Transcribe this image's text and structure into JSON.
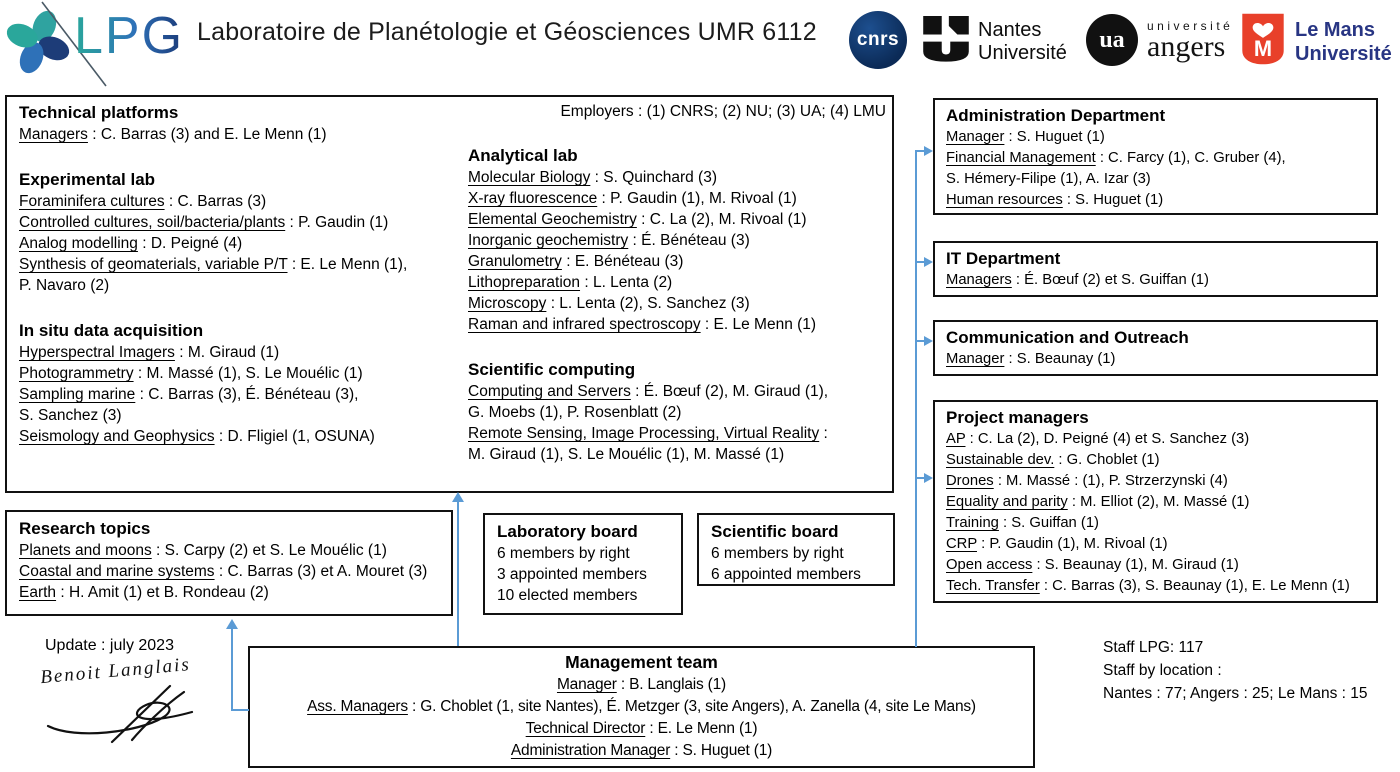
{
  "header": {
    "logo_text": "LPG",
    "title": "Laboratoire de Planétologie et Géosciences UMR 6112",
    "cnrs": "cnrs",
    "nantes_line1": "Nantes",
    "nantes_line2": "Université",
    "angers_mark": "ua",
    "angers_line1": "université",
    "angers_line2": "angers",
    "lemans_line1": "Le Mans",
    "lemans_line2": "Université"
  },
  "central": {
    "employers": "Employers : (1) CNRS; (2) NU; (3) UA; (4) LMU",
    "technical": {
      "title": "Technical platforms",
      "lines": [
        {
          "u": "Managers",
          "t": " : C. Barras (3) and E. Le Menn (1)"
        }
      ]
    },
    "experimental": {
      "title": "Experimental lab",
      "lines": [
        {
          "u": "Foraminifera cultures",
          "t": " : C. Barras (3)"
        },
        {
          "u": "Controlled cultures, soil/bacteria/plants",
          "t": " : P. Gaudin (1)"
        },
        {
          "u": "Analog modelling",
          "t": " : D. Peigné (4)"
        },
        {
          "u": "Synthesis of geomaterials, variable P/T",
          "t": " : E. Le Menn (1),"
        },
        {
          "t": "P. Navaro (2)"
        }
      ]
    },
    "insitu": {
      "title": "In situ data acquisition",
      "lines": [
        {
          "u": "Hyperspectral Imagers",
          "t": " : M. Giraud (1)"
        },
        {
          "u": "Photogrammetry",
          "t": " : M. Massé (1), S. Le Mouélic (1)"
        },
        {
          "u": "Sampling marine",
          "t": " : C. Barras (3), É. Bénéteau (3),"
        },
        {
          "t": "S. Sanchez (3)"
        },
        {
          "u": "Seismology and Geophysics",
          "t": " : D. Fligiel (1, OSUNA)"
        }
      ]
    },
    "analytical": {
      "title": "Analytical lab",
      "lines": [
        {
          "u": "Molecular Biology",
          "t": " : S. Quinchard (3)"
        },
        {
          "u": "X-ray fluorescence",
          "t": " : P. Gaudin (1), M. Rivoal (1)"
        },
        {
          "u": "Elemental Geochemistry",
          "t": " : C. La (2), M. Rivoal (1)"
        },
        {
          "u": "Inorganic geochemistry",
          "t": " : É. Bénéteau (3)"
        },
        {
          "u": "Granulometry",
          "t": " : E. Bénéteau (3)"
        },
        {
          "u": "Lithopreparation",
          "t": " : L. Lenta (2)"
        },
        {
          "u": "Microscopy",
          "t": " : L. Lenta (2), S. Sanchez (3)"
        },
        {
          "u": "Raman and infrared spectroscopy",
          "t": " : E. Le Menn (1)"
        }
      ]
    },
    "computing": {
      "title": "Scientific computing",
      "lines": [
        {
          "u": "Computing and Servers",
          "t": " : É. Bœuf (2), M. Giraud (1),"
        },
        {
          "t": "G. Moebs (1), P. Rosenblatt (2)"
        },
        {
          "u": "Remote Sensing, Image Processing, Virtual Reality",
          "t": " :"
        },
        {
          "t": "M. Giraud (1), S. Le Mouélic (1), M. Massé (1)"
        }
      ]
    }
  },
  "research_topics": {
    "title": "Research topics",
    "lines": [
      {
        "u": "Planets and moons",
        "t": " : S. Carpy (2) et S. Le Mouélic (1)"
      },
      {
        "u": "Coastal and marine systems",
        "t": " : C. Barras (3) et A. Mouret (3)"
      },
      {
        "u": "Earth",
        "t": " : H. Amit (1) et B. Rondeau (2)"
      }
    ]
  },
  "laboratory_board": {
    "title": "Laboratory board",
    "lines": [
      "6 members by right",
      "3 appointed members",
      "10 elected members"
    ]
  },
  "scientific_board": {
    "title": "Scientific board",
    "lines": [
      "6 members by right",
      "6 appointed members"
    ]
  },
  "management_team": {
    "title": "Management team",
    "lines": [
      {
        "u": "Manager",
        "t": " : B. Langlais (1)"
      },
      {
        "u": "Ass. Managers",
        "t": " : G. Choblet (1, site Nantes), É. Metzger (3, site Angers), A. Zanella (4, site Le Mans)"
      },
      {
        "u": "Technical Director",
        "t": " : E. Le Menn (1)"
      },
      {
        "u": "Administration Manager",
        "t": " : S. Huguet (1)"
      }
    ]
  },
  "departments": {
    "administration": {
      "title": "Administration Department",
      "lines": [
        {
          "u": "Manager",
          "t": " : S. Huguet (1)"
        },
        {
          "u": "Financial Management",
          "t": " : C. Farcy (1), C. Gruber (4),"
        },
        {
          "t": "S. Hémery-Filipe (1), A. Izar (3)"
        },
        {
          "u": "Human resources",
          "t": " : S. Huguet (1)"
        }
      ]
    },
    "it": {
      "title": "IT Department",
      "lines": [
        {
          "u": "Managers",
          "t": " : É. Bœuf (2) et S. Guiffan (1)"
        }
      ]
    },
    "communication": {
      "title": "Communication and Outreach",
      "lines": [
        {
          "u": "Manager",
          "t": " : S. Beaunay (1)"
        }
      ]
    },
    "projects": {
      "title": "Project managers",
      "lines": [
        {
          "u": "AP",
          "t": " : C. La (2), D. Peigné (4) et S. Sanchez (3)"
        },
        {
          "u": "Sustainable dev.",
          "t": " : G. Choblet (1)"
        },
        {
          "u": "Drones",
          "t": " : M. Massé :  (1), P. Strzerzynski (4)"
        },
        {
          "u": "Equality and parity",
          "t": " : M. Elliot (2), M. Massé (1)"
        },
        {
          "u": "Training",
          "t": " : S. Guiffan (1)"
        },
        {
          "u": "CRP",
          "t": " : P. Gaudin (1), M. Rivoal (1)"
        },
        {
          "u": "Open access",
          "t": " : S. Beaunay (1), M. Giraud (1)"
        },
        {
          "u": "Tech. Transfer",
          "t": " : C. Barras (3), S. Beaunay (1), E. Le Menn (1)"
        }
      ]
    }
  },
  "footer": {
    "update": "Update : july 2023",
    "signature": "Benoit Langlais",
    "staff_total": "Staff LPG:  117",
    "staff_by_location_label": "Staff by location :",
    "staff_by_location": "Nantes : 77; Angers : 25; Le Mans : 15"
  },
  "colors": {
    "connector": "#5B9BD5",
    "lpg_teal": "#2aa79b",
    "lpg_blue": "#2e71b8",
    "lpg_navy": "#1b3a78",
    "cnrs_navy": "#0b2a56",
    "lemans_red": "#e8402a",
    "lemans_navy": "#283583"
  }
}
